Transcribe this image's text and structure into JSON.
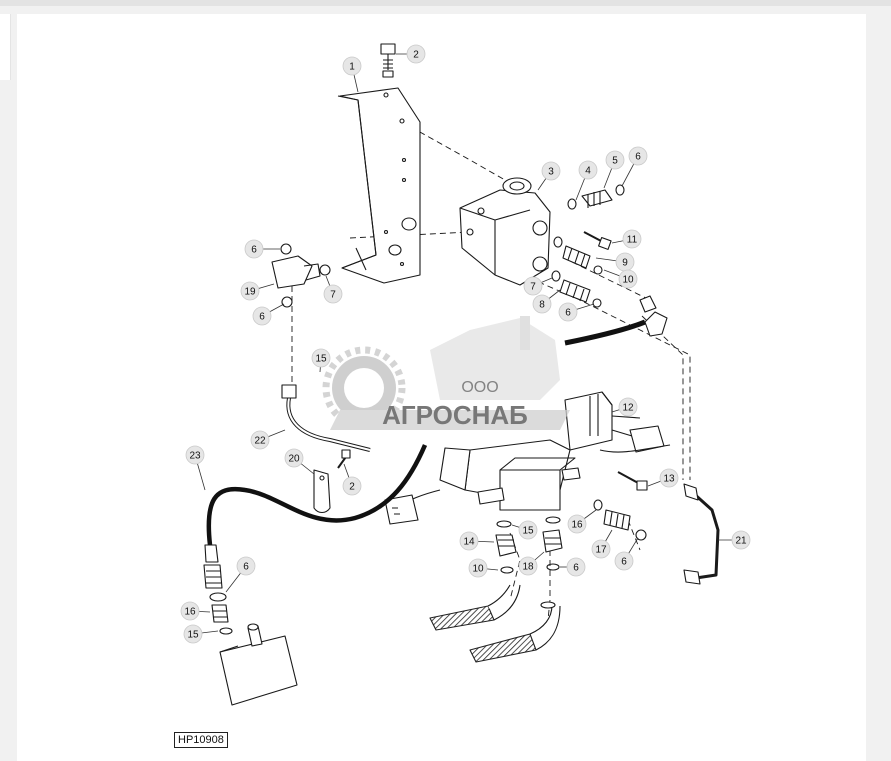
{
  "callouts": [
    {
      "id": "c1",
      "label": "1"
    },
    {
      "id": "c2a",
      "label": "2"
    },
    {
      "id": "c2b",
      "label": "2"
    },
    {
      "id": "c3",
      "label": "3"
    },
    {
      "id": "c4",
      "label": "4"
    },
    {
      "id": "c5",
      "label": "5"
    },
    {
      "id": "c6a",
      "label": "6"
    },
    {
      "id": "c6b",
      "label": "6"
    },
    {
      "id": "c6c",
      "label": "6"
    },
    {
      "id": "c6d",
      "label": "6"
    },
    {
      "id": "c6e",
      "label": "6"
    },
    {
      "id": "c6f",
      "label": "6"
    },
    {
      "id": "c6g",
      "label": "6"
    },
    {
      "id": "c7a",
      "label": "7"
    },
    {
      "id": "c7b",
      "label": "7"
    },
    {
      "id": "c8",
      "label": "8"
    },
    {
      "id": "c9",
      "label": "9"
    },
    {
      "id": "c10a",
      "label": "10"
    },
    {
      "id": "c10b",
      "label": "10"
    },
    {
      "id": "c11",
      "label": "11"
    },
    {
      "id": "c12",
      "label": "12"
    },
    {
      "id": "c13",
      "label": "13"
    },
    {
      "id": "c14",
      "label": "14"
    },
    {
      "id": "c15a",
      "label": "15"
    },
    {
      "id": "c15b",
      "label": "15"
    },
    {
      "id": "c15c",
      "label": "15"
    },
    {
      "id": "c16a",
      "label": "16"
    },
    {
      "id": "c16b",
      "label": "16"
    },
    {
      "id": "c17",
      "label": "17"
    },
    {
      "id": "c18",
      "label": "18"
    },
    {
      "id": "c19",
      "label": "19"
    },
    {
      "id": "c20",
      "label": "20"
    },
    {
      "id": "c21",
      "label": "21"
    },
    {
      "id": "c22",
      "label": "22"
    },
    {
      "id": "c23",
      "label": "23"
    }
  ],
  "watermark": {
    "company_form": "ООО",
    "brand": "АГРОСНАБ"
  },
  "diagram_code": "HP10908"
}
